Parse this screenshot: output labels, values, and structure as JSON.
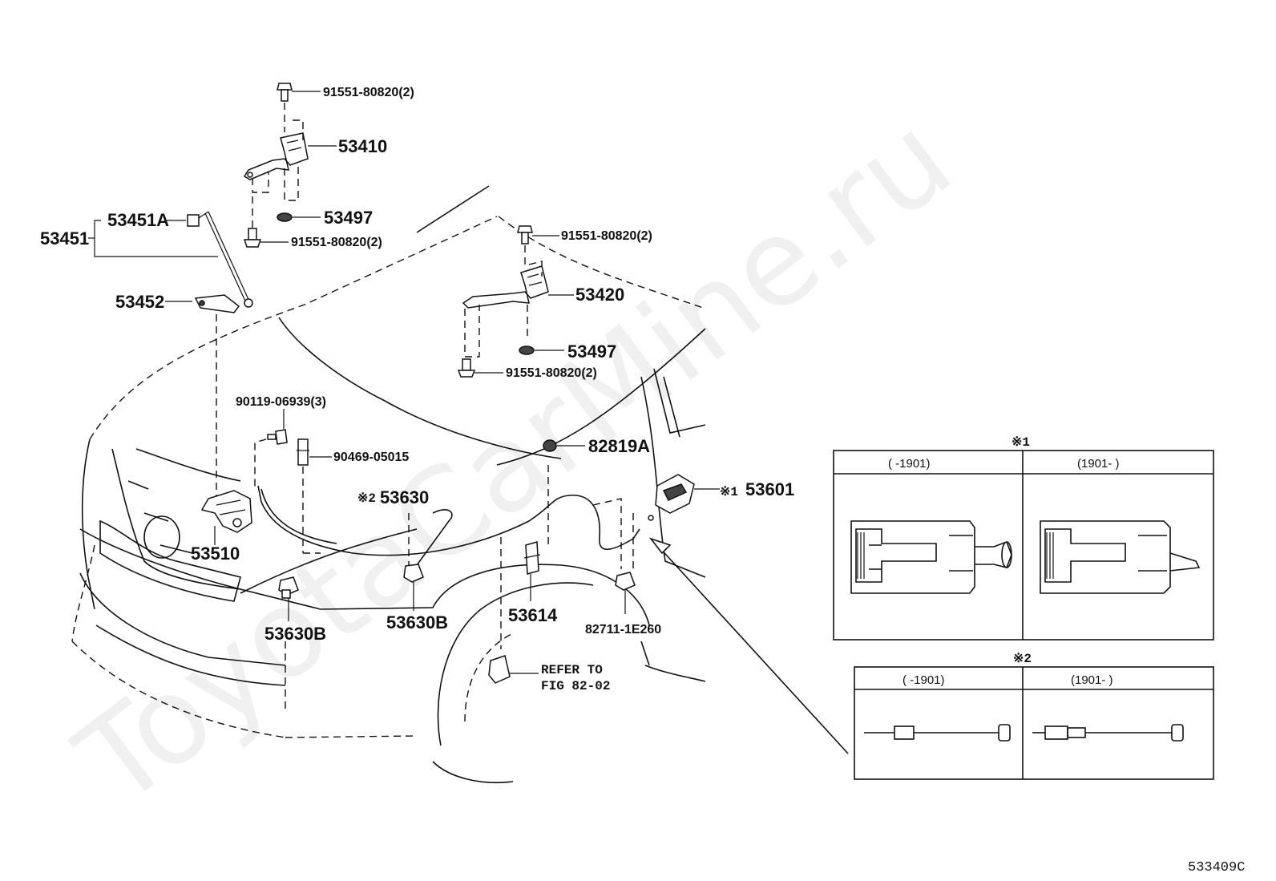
{
  "watermark": "ToyotaCarMine.ru",
  "figure_code": "533409C",
  "labels": {
    "bolt_53410": "91551-80820(2)",
    "hinge_lh": "53410",
    "washer_lh": "53497",
    "bolt_53410_lower": "91551-80820(2)",
    "support_rod_parent": "53451",
    "support_rod": "53451A",
    "rod_holder": "53452",
    "bolt_53420": "91551-80820(2)",
    "hinge_rh": "53420",
    "washer_rh": "53497",
    "bolt_53420_lower": "91551-80820(2)",
    "screw": "90119-06939(3)",
    "clip_90469": "90469-05015",
    "cushion": "82819A",
    "cable": "53630",
    "cable_mark": "※2",
    "lever": "53601",
    "lever_mark": "※1",
    "lock": "53510",
    "clamp_left": "53630B",
    "clamp_mid": "53630B",
    "clamp_53614": "53614",
    "clamp_82711": "82711-1E260",
    "refer_line1": "REFER TO",
    "refer_line2": "FIG 82-02"
  },
  "table1": {
    "mark": "※1",
    "col1": "(      -1901)",
    "col2": "(1901-      )"
  },
  "table2": {
    "mark": "※2",
    "col1": "(      -1901)",
    "col2": "(1901-      )"
  }
}
